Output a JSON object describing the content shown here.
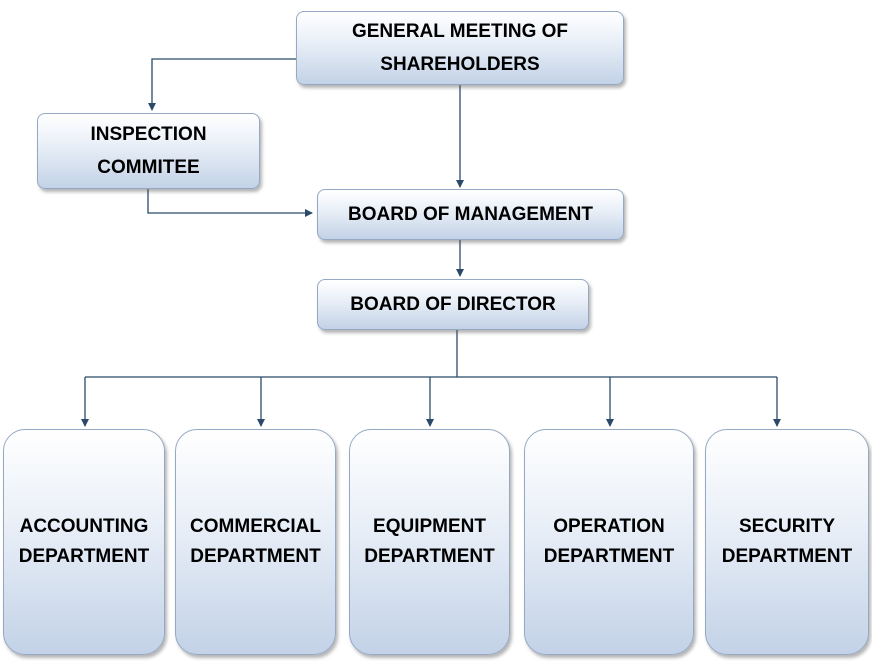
{
  "diagram": {
    "nodes": {
      "general_meeting": "GENERAL MEETING OF\nSHAREHOLDERS",
      "inspection_committee": "INSPECTION\nCOMMITEE",
      "board_of_management": "BOARD OF MANAGEMENT",
      "board_of_director": "BOARD OF DIRECTOR"
    },
    "departments": {
      "accounting": "ACCOUNTING\nDEPARTMENT",
      "commercial": "COMMERCIAL\nDEPARTMENT",
      "equipment": "EQUIPMENT\nDEPARTMENT",
      "operation": "OPERATION\nDEPARTMENT",
      "security": "SECURITY\nDEPARTMENT"
    }
  },
  "colors": {
    "line": "#2b4a6a",
    "box_border": "#95a8c4",
    "box_gradient_top": "#ffffff",
    "box_gradient_bottom": "#c3d2e7",
    "text": "#000000"
  }
}
